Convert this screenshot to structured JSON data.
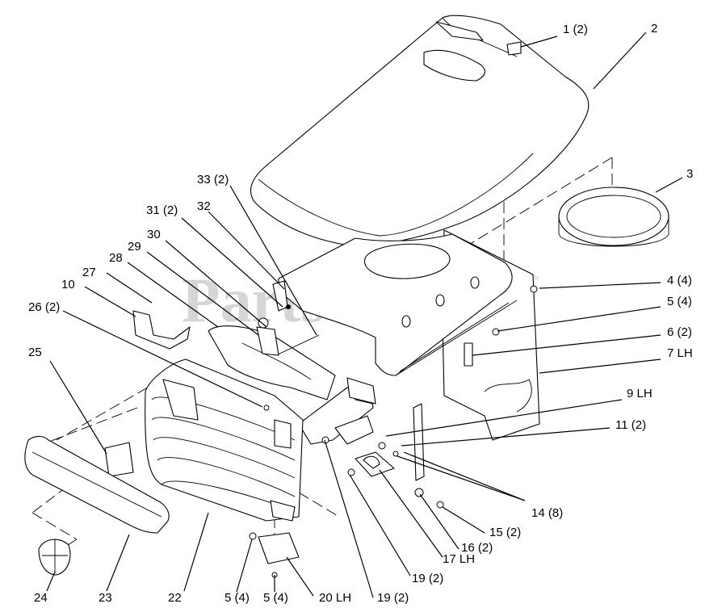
{
  "watermark": "PartsTree",
  "watermark_tm": "™",
  "callouts": [
    {
      "id": "c1",
      "label": "1 (2)"
    },
    {
      "id": "c2",
      "label": "2"
    },
    {
      "id": "c3",
      "label": "3"
    },
    {
      "id": "c4",
      "label": "4 (4)"
    },
    {
      "id": "c5a",
      "label": "5 (4)"
    },
    {
      "id": "c6",
      "label": "6 (2)"
    },
    {
      "id": "c7",
      "label": "7 LH"
    },
    {
      "id": "c9",
      "label": "9 LH"
    },
    {
      "id": "c10",
      "label": "10"
    },
    {
      "id": "c11",
      "label": "11 (2)"
    },
    {
      "id": "c14",
      "label": "14 (8)"
    },
    {
      "id": "c15",
      "label": "15 (2)"
    },
    {
      "id": "c16",
      "label": "16 (2)"
    },
    {
      "id": "c17",
      "label": "17 LH"
    },
    {
      "id": "c19a",
      "label": "19 (2)"
    },
    {
      "id": "c19b",
      "label": "19 (2)"
    },
    {
      "id": "c20",
      "label": "20 LH"
    },
    {
      "id": "c22",
      "label": "22"
    },
    {
      "id": "c23",
      "label": "23"
    },
    {
      "id": "c24",
      "label": "24"
    },
    {
      "id": "c25",
      "label": "25"
    },
    {
      "id": "c26",
      "label": "26 (2)"
    },
    {
      "id": "c27",
      "label": "27"
    },
    {
      "id": "c28",
      "label": "28"
    },
    {
      "id": "c29",
      "label": "29"
    },
    {
      "id": "c30",
      "label": "30"
    },
    {
      "id": "c31",
      "label": "31 (2)"
    },
    {
      "id": "c32",
      "label": "32"
    },
    {
      "id": "c33",
      "label": "33 (2)"
    },
    {
      "id": "c5b",
      "label": "5 (4)"
    },
    {
      "id": "c5c",
      "label": "5 (4)"
    }
  ]
}
